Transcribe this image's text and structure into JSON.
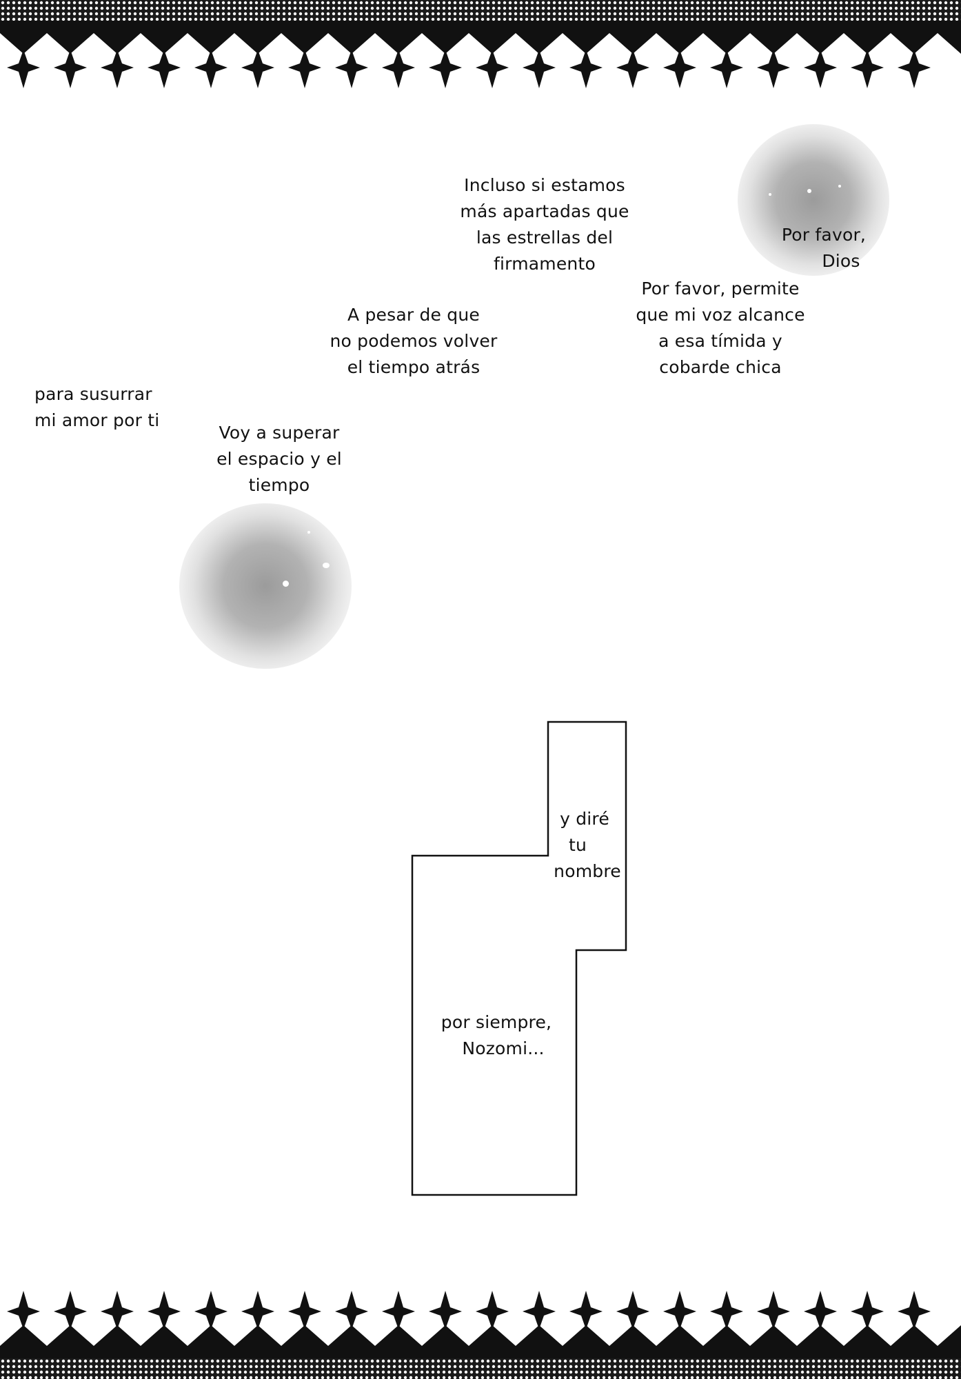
{
  "captions": {
    "incluso": [
      "Incluso si estamos",
      "más apartadas que",
      "las estrellas del",
      "firmamento"
    ],
    "por_favor_dios": [
      "Por favor,",
      "Dios"
    ],
    "por_favor_permite": [
      "Por favor, permite",
      "que mi voz alcance",
      "a esa tímida y",
      "cobarde chica"
    ],
    "a_pesar": [
      "A pesar de que",
      "no podemos volver",
      "el tiempo atrás"
    ],
    "para_susurrar": [
      "para susurrar",
      "mi amor por ti"
    ],
    "voy_a_superar": [
      "Voy a superar",
      "el espacio y el",
      "tiempo"
    ],
    "y_dire": [
      "y diré",
      "tu",
      "nombre"
    ],
    "por_siempre": [
      "por siempre,",
      "Nozomi..."
    ]
  },
  "colors": {
    "ink": "#111111",
    "paper": "#ffffff",
    "glow": "#999999"
  },
  "decor": {
    "top_border": "lace-border",
    "bottom_border": "lace-border"
  }
}
